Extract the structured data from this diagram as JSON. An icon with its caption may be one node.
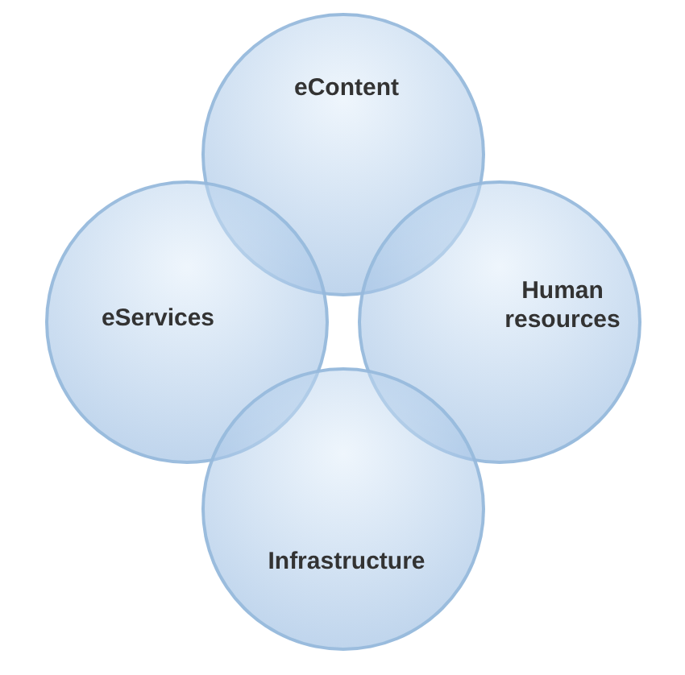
{
  "diagram": {
    "nodes": [
      {
        "text": [
          "eContent"
        ]
      },
      {
        "text": [
          "eServices"
        ]
      },
      {
        "text": [
          "Human resources"
        ]
      },
      {
        "text": [
          "Infrastructure"
        ]
      }
    ]
  }
}
